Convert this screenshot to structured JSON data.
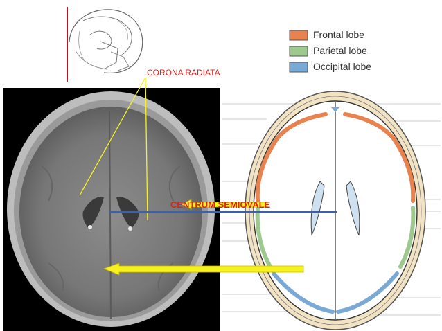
{
  "legend": {
    "items": [
      {
        "label": "Frontal lobe",
        "color": "#e8834f"
      },
      {
        "label": "Parietal lobe",
        "color": "#9dc98f"
      },
      {
        "label": "Occipital lobe",
        "color": "#7aa9d6"
      }
    ]
  },
  "annotations": {
    "corona_radiata": "CORONA RADIATA",
    "centrum_semiovale": "CENTRUM SEMIOVALE"
  },
  "colors": {
    "annotation_text": "#e0201a",
    "arrow_yellow": "#f7f21f",
    "arrow_yellow_edge": "#c9b800",
    "level_line": "#3f5fa8",
    "skull_marker": "#b0182a",
    "ct_background": "#000000"
  }
}
